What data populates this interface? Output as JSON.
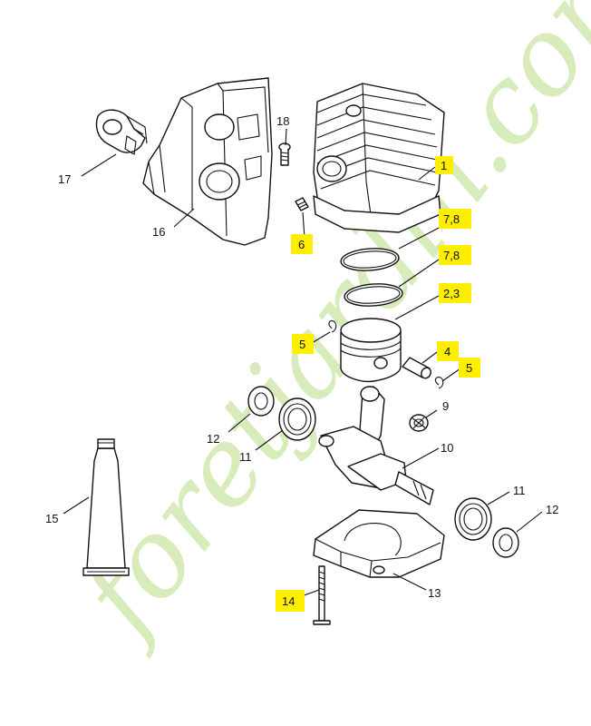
{
  "watermark": "foretjardin.com",
  "parts": [
    {
      "id": "cylinder",
      "label": "1",
      "highlighted": true
    },
    {
      "id": "piston",
      "label": "2,3",
      "highlighted": true
    },
    {
      "id": "piston-pin",
      "label": "4",
      "highlighted": true
    },
    {
      "id": "circlip-left",
      "label": "5",
      "highlighted": true
    },
    {
      "id": "circlip-right",
      "label": "5",
      "highlighted": true
    },
    {
      "id": "decompression-valve",
      "label": "6",
      "highlighted": true
    },
    {
      "id": "piston-ring-upper",
      "label": "7,8",
      "highlighted": true
    },
    {
      "id": "piston-ring-lower",
      "label": "7,8",
      "highlighted": true
    },
    {
      "id": "needle-cage",
      "label": "9",
      "highlighted": false
    },
    {
      "id": "crankshaft",
      "label": "10",
      "highlighted": false
    },
    {
      "id": "ball-bearing-left",
      "label": "11",
      "highlighted": false
    },
    {
      "id": "ball-bearing-right",
      "label": "11",
      "highlighted": false
    },
    {
      "id": "oil-seal-left",
      "label": "12",
      "highlighted": false
    },
    {
      "id": "oil-seal-right",
      "label": "12",
      "highlighted": false
    },
    {
      "id": "crankcase",
      "label": "13",
      "highlighted": false
    },
    {
      "id": "screw",
      "label": "14",
      "highlighted": true
    },
    {
      "id": "grease-tube",
      "label": "15",
      "highlighted": false
    },
    {
      "id": "shroud",
      "label": "16",
      "highlighted": false
    },
    {
      "id": "bracket",
      "label": "17",
      "highlighted": false
    },
    {
      "id": "shroud-screw",
      "label": "18",
      "highlighted": false
    }
  ]
}
